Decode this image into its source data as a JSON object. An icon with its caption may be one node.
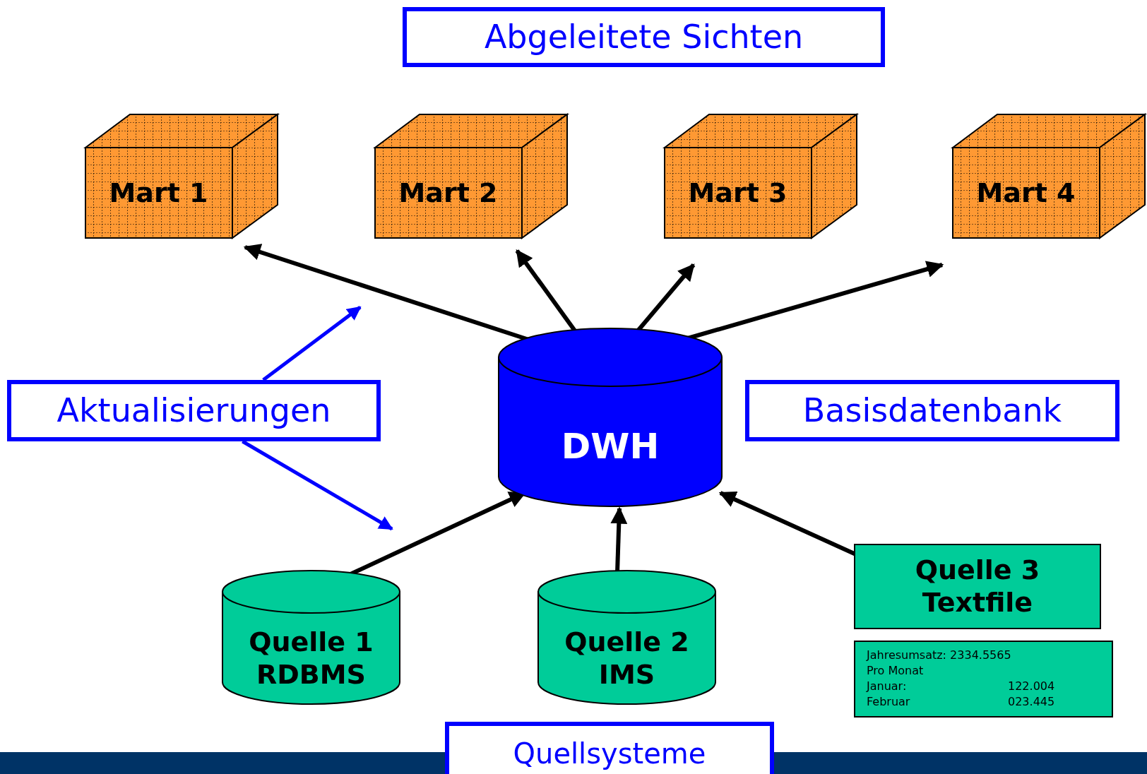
{
  "diagram": {
    "nodes": [
      {
        "text": [
          "Abgeleitete Sichten"
        ]
      },
      {
        "text": [
          "Mart 1"
        ]
      },
      {
        "text": [
          "Mart 2"
        ]
      },
      {
        "text": [
          "Mart 3"
        ]
      },
      {
        "text": [
          "Mart 4"
        ]
      },
      {
        "text": [
          "DWH"
        ]
      },
      {
        "text": [
          "Aktualisierungen"
        ]
      },
      {
        "text": [
          "Basisdatenbank"
        ]
      },
      {
        "text": [
          "Quelle 1 RDBMS"
        ]
      },
      {
        "text": [
          "Quelle 2 IMS"
        ]
      },
      {
        "text": [
          "Quelle 3 Textfile"
        ]
      },
      {
        "text": [
          "Jahresumsatz: 2334.5565",
          "Pro Monat",
          "Januar:",
          "122.004",
          "Februar",
          "023.445"
        ]
      },
      {
        "text": [
          "Quellsysteme"
        ]
      }
    ],
    "edges": [
      {
        "from": 5,
        "to": 1,
        "arrow": "to"
      },
      {
        "from": 5,
        "to": 2,
        "arrow": "to"
      },
      {
        "from": 5,
        "to": 3,
        "arrow": "to"
      },
      {
        "from": 5,
        "to": 4,
        "arrow": "to"
      },
      {
        "from": 6,
        "to": null,
        "arrow": "to",
        "color": "#0000ff"
      },
      {
        "from": 6,
        "to": null,
        "arrow": "to",
        "color": "#0000ff"
      },
      {
        "from": 8,
        "to": 5,
        "arrow": "to"
      },
      {
        "from": 9,
        "to": 5,
        "arrow": "to"
      },
      {
        "from": 10,
        "to": 5,
        "arrow": "to"
      }
    ]
  }
}
